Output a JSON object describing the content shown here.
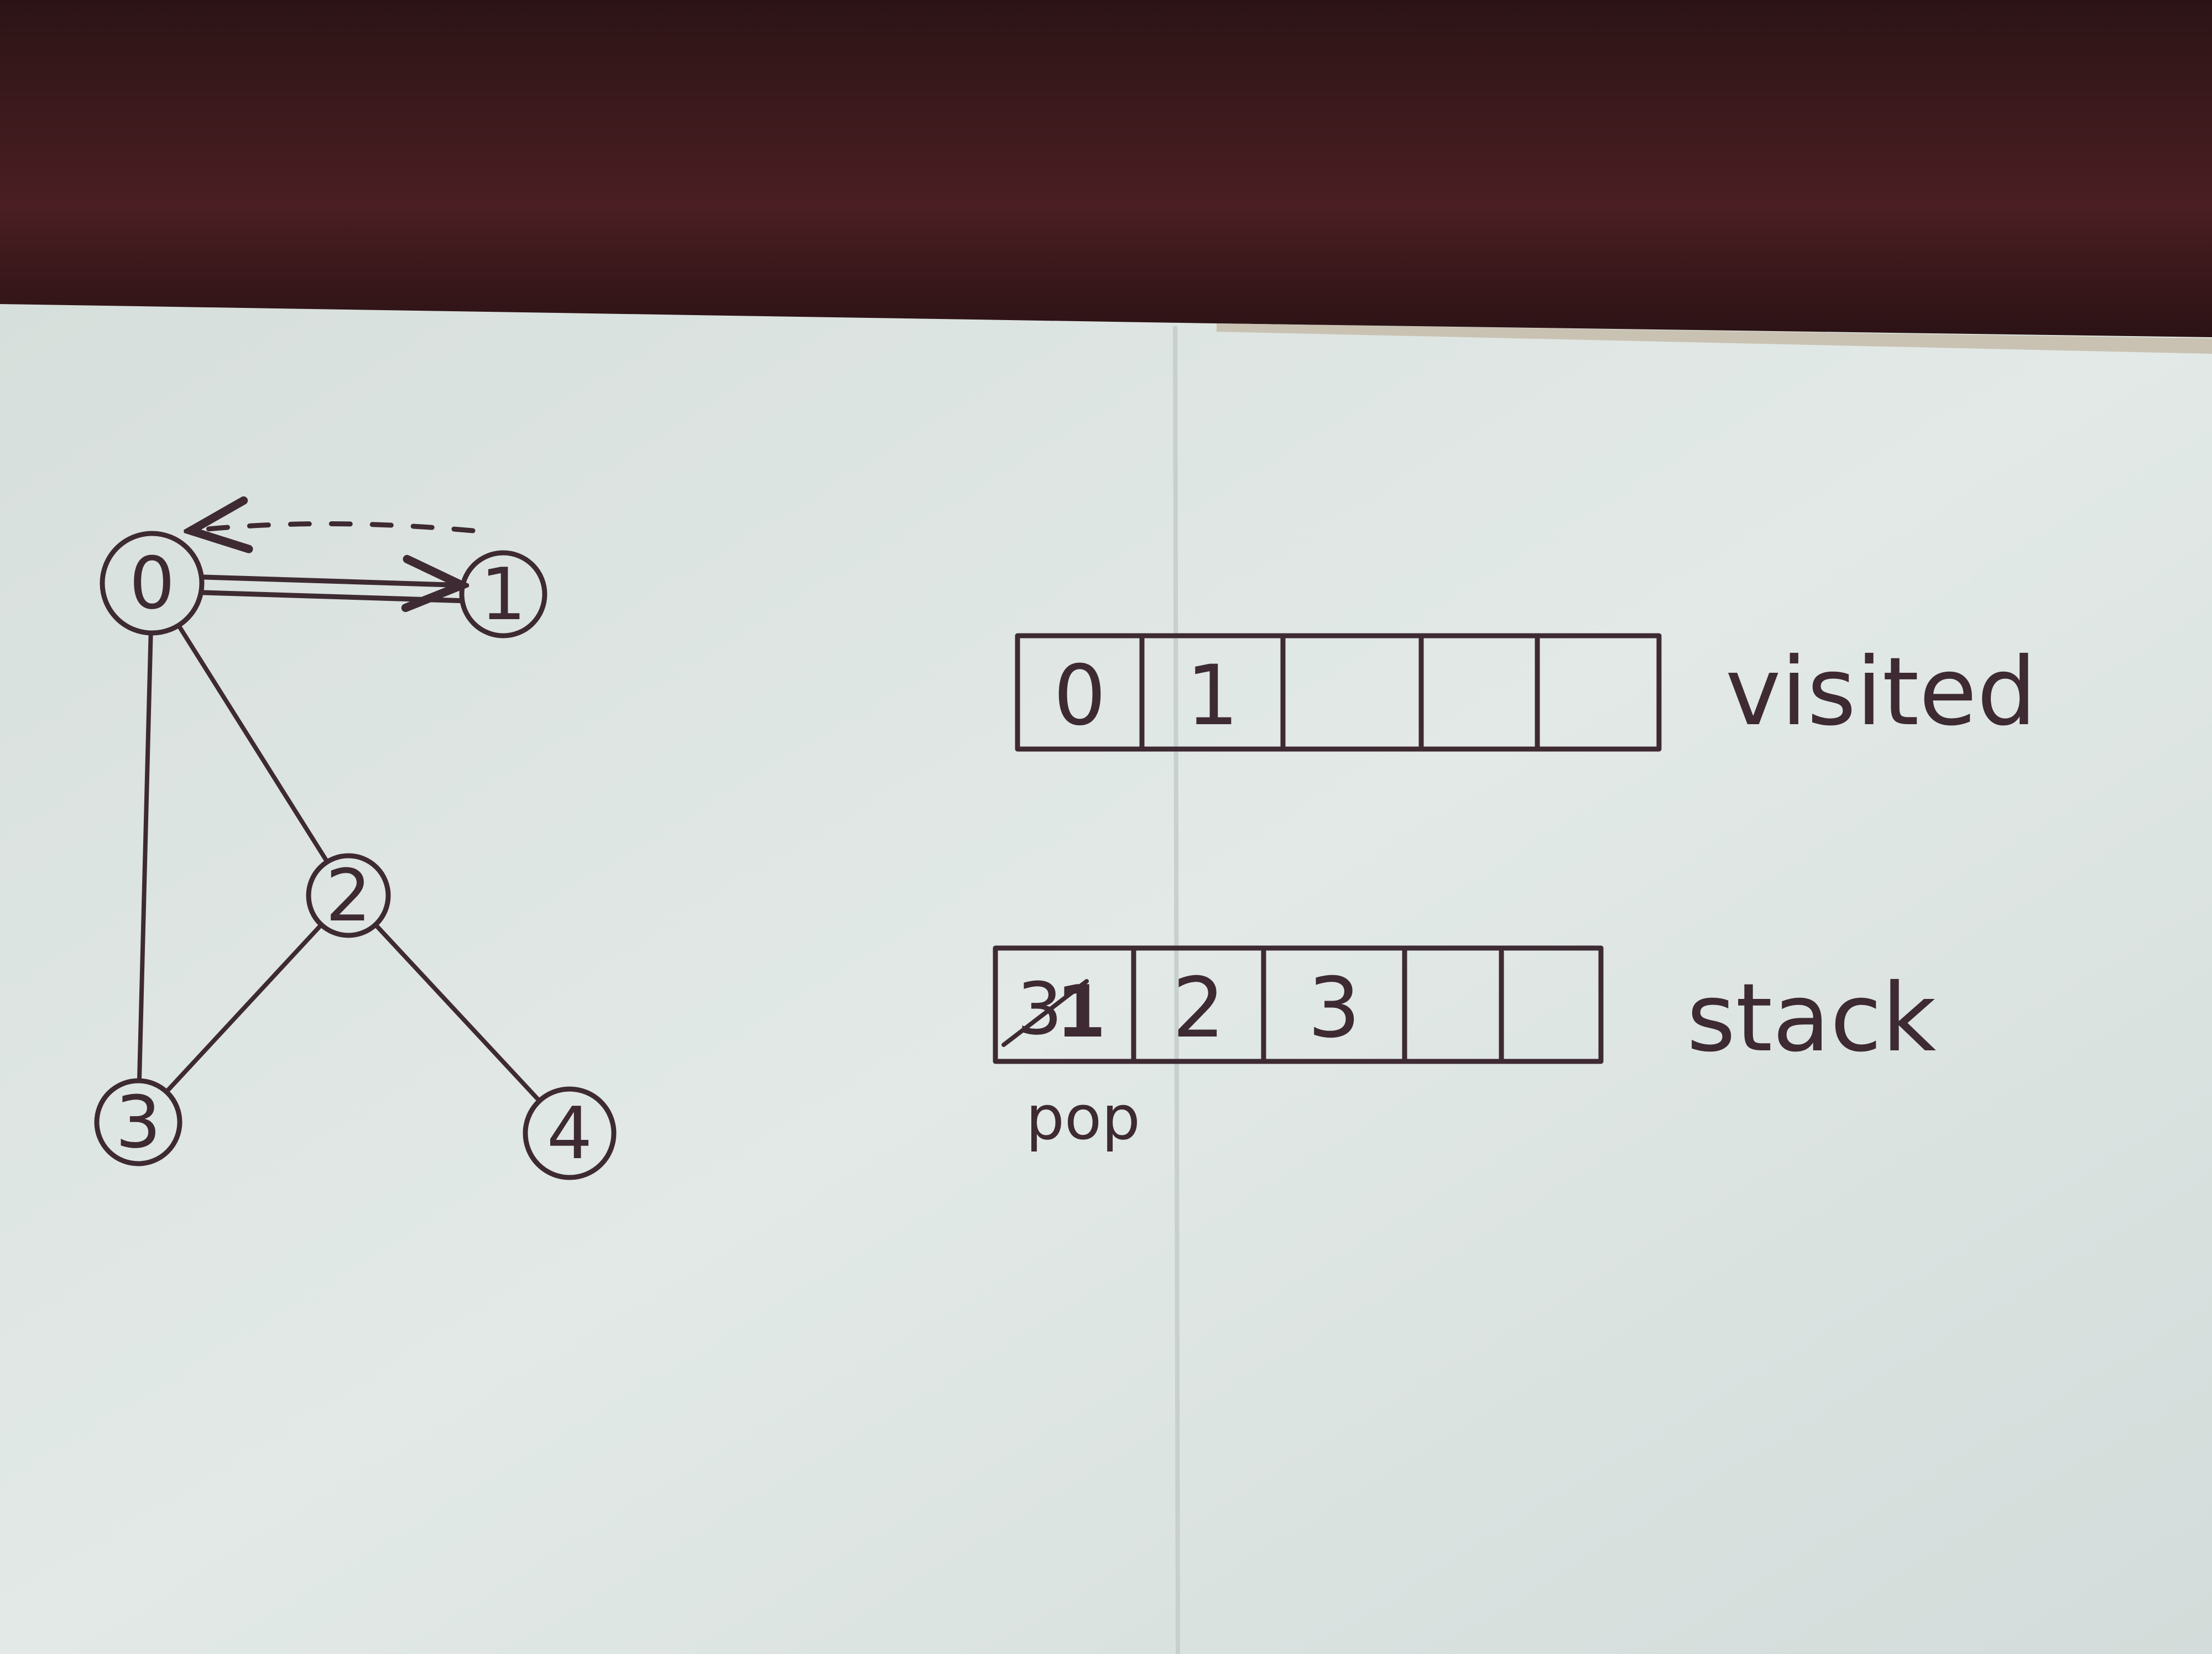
{
  "colors": {
    "table_top": "#3a1a1c",
    "paper": "#dfe7e5",
    "ink": "#3e2a32"
  },
  "graph": {
    "nodes": [
      {
        "id": "n0",
        "label": "0"
      },
      {
        "id": "n1",
        "label": "1"
      },
      {
        "id": "n2",
        "label": "2"
      },
      {
        "id": "n3",
        "label": "3"
      },
      {
        "id": "n4",
        "label": "4"
      }
    ],
    "edges": [
      {
        "from": "n0",
        "to": "n1",
        "style": "double-arrow"
      },
      {
        "from": "n1",
        "to": "n0",
        "style": "dashed-arrow"
      },
      {
        "from": "n0",
        "to": "n2",
        "style": "line"
      },
      {
        "from": "n0",
        "to": "n3",
        "style": "line"
      },
      {
        "from": "n2",
        "to": "n3",
        "style": "line"
      },
      {
        "from": "n2",
        "to": "n4",
        "style": "line"
      }
    ]
  },
  "visited": {
    "label": "visited",
    "cells": [
      "0",
      "1",
      "",
      "",
      ""
    ]
  },
  "stack": {
    "label": "stack",
    "cells": [
      {
        "text": "1",
        "struck": "3"
      },
      {
        "text": "2",
        "struck": ""
      },
      {
        "text": "3",
        "struck": ""
      },
      {
        "text": "",
        "struck": ""
      },
      {
        "text": "",
        "struck": ""
      }
    ],
    "note": "pop"
  }
}
